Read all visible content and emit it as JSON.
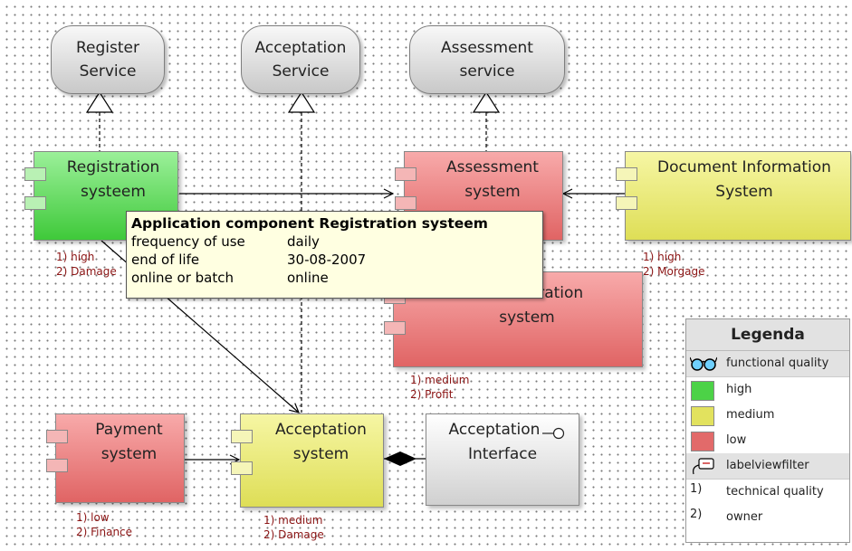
{
  "services": {
    "register": {
      "line1": "Register",
      "line2": "Service"
    },
    "acceptation": {
      "line1": "Acceptation",
      "line2": "Service"
    },
    "assessment": {
      "line1": "Assessment",
      "line2": "service"
    }
  },
  "components": {
    "registration": {
      "line1": "Registration",
      "line2": "systeem"
    },
    "assessment": {
      "line1": "Assessment",
      "line2": "system"
    },
    "document": {
      "line1": "Document Information",
      "line2": "System"
    },
    "administration": {
      "line1": "Administration",
      "line2": "system"
    },
    "payment": {
      "line1": "Payment",
      "line2": "system"
    },
    "acceptation": {
      "line1": "Acceptation",
      "line2": "system"
    },
    "interface": {
      "line1": "Acceptation",
      "line2": "Interface"
    }
  },
  "labels": {
    "registration": {
      "l1": "1) high",
      "l2": "2) Damage"
    },
    "document": {
      "l1": "1) high",
      "l2": "2) Morgage"
    },
    "administration": {
      "l1": "1) medium",
      "l2": "2) Profit"
    },
    "payment": {
      "l1": "1) low",
      "l2": "2) Finance"
    },
    "acceptation": {
      "l1": "1) medium",
      "l2": "2) Damage"
    }
  },
  "tooltip": {
    "title": "Application component Registration systeem",
    "rows": [
      {
        "key": "frequency of use",
        "value": "daily"
      },
      {
        "key": "end of life",
        "value": "30-08-2007"
      },
      {
        "key": "online or batch",
        "value": "online"
      }
    ]
  },
  "legend": {
    "title": "Legenda",
    "functional_quality": "functional quality",
    "high": "high",
    "medium": "medium",
    "low": "low",
    "labelviewfilter": "labelviewfilter",
    "marker1": "1)",
    "technical_quality": "technical quality",
    "marker2": "2)",
    "owner": "owner"
  },
  "colors": {
    "high": "#4cd247",
    "medium": "#e2e25e",
    "low": "#e26a6a",
    "label_text": "#8b1414"
  },
  "icons": [
    "glasses-icon",
    "label-tag-icon",
    "lollipop-interface-icon",
    "composition-diamond-icon"
  ]
}
